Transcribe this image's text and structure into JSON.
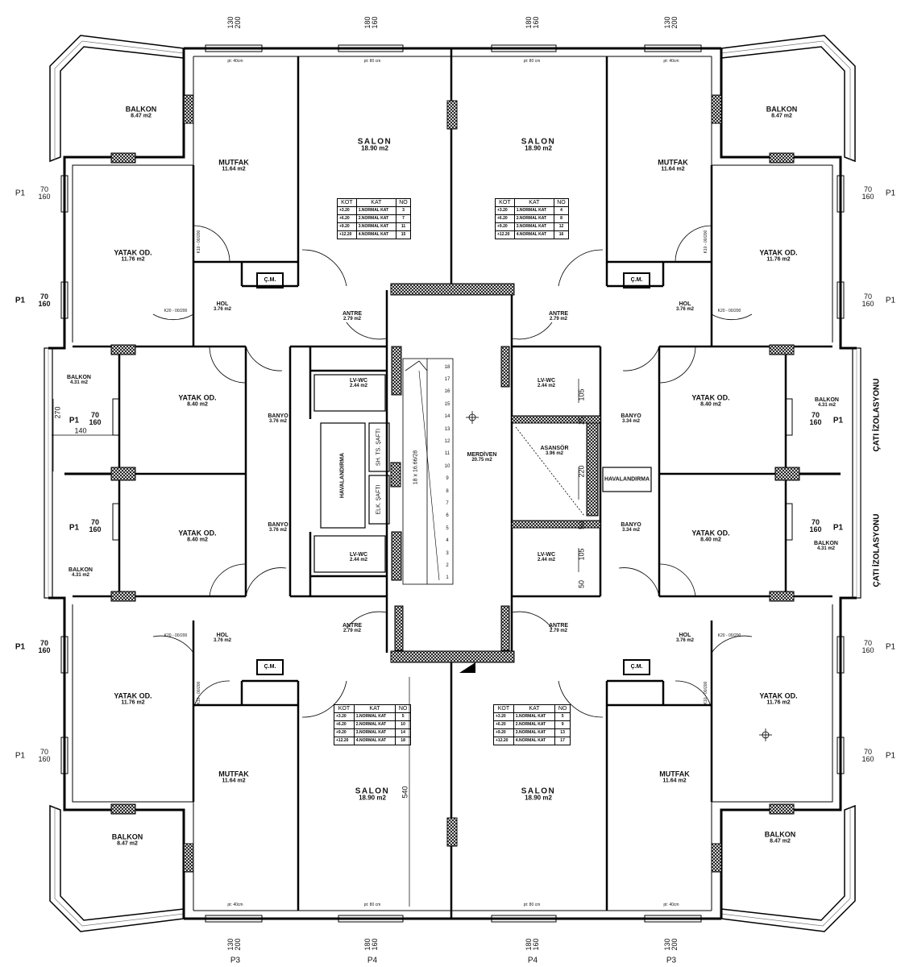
{
  "drawing": {
    "type": "architectural floor plan",
    "units": {
      "balkon_ul": {
        "name": "BALKON",
        "area": "8.47 m2"
      },
      "balkon_ur": {
        "name": "BALKON",
        "area": "8.47 m2"
      },
      "balkon_ll": {
        "name": "BALKON",
        "area": "8.47 m2"
      },
      "balkon_lr": {
        "name": "BALKON",
        "area": "8.47 m2"
      },
      "mutfak_ul": {
        "name": "MUTFAK",
        "area": "11.64 m2"
      },
      "mutfak_ur": {
        "name": "MUTFAK",
        "area": "11.64 m2"
      },
      "mutfak_ll": {
        "name": "MUTFAK",
        "area": "11.64 m2"
      },
      "mutfak_lr": {
        "name": "MUTFAK",
        "area": "11.64 m2"
      },
      "salon_ul": {
        "name": "SALON",
        "area": "18.90 m2"
      },
      "salon_ur": {
        "name": "SALON",
        "area": "18.90 m2"
      },
      "salon_ll": {
        "name": "SALON",
        "area": "18.90 m2"
      },
      "salon_lr": {
        "name": "SALON",
        "area": "18.90 m2"
      },
      "yatak1_ul": {
        "name": "YATAK OD.",
        "area": "11.76 m2"
      },
      "yatak1_ur": {
        "name": "YATAK OD.",
        "area": "11.76 m2"
      },
      "yatak1_ll": {
        "name": "YATAK OD.",
        "area": "11.76 m2"
      },
      "yatak1_lr": {
        "name": "YATAK OD.",
        "area": "11.76 m2"
      },
      "yatak2_ul": {
        "name": "YATAK OD.",
        "area": "8.40 m2"
      },
      "yatak2_ur": {
        "name": "YATAK OD.",
        "area": "8.40 m2"
      },
      "yatak2_ll": {
        "name": "YATAK OD.",
        "area": "8.40 m2"
      },
      "yatak2_lr": {
        "name": "YATAK OD.",
        "area": "8.40 m2"
      },
      "hol_ul": {
        "name": "HOL",
        "area": "3.76 m2"
      },
      "hol_ur": {
        "name": "HOL",
        "area": "3.76 m2"
      },
      "hol_ll": {
        "name": "HOL",
        "area": "3.76 m2"
      },
      "hol_lr": {
        "name": "HOL",
        "area": "3.76 m2"
      },
      "antre_ul": {
        "name": "ANTRE",
        "area": "2.79 m2"
      },
      "antre_ur": {
        "name": "ANTRE",
        "area": "2.79 m2"
      },
      "antre_ll": {
        "name": "ANTRE",
        "area": "2.79 m2"
      },
      "antre_lr": {
        "name": "ANTRE",
        "area": "2.79 m2"
      },
      "banyo_ul": {
        "name": "BANYO",
        "area": "3.76 m2"
      },
      "banyo_ll": {
        "name": "BANYO",
        "area": "3.76 m2"
      },
      "banyo_ur": {
        "name": "BANYO",
        "area": "3.34 m2"
      },
      "banyo_lr": {
        "name": "BANYO",
        "area": "3.34 m2"
      },
      "lvwc_ul": {
        "name": "LV-WC",
        "area": "2.44 m2"
      },
      "lvwc_ll": {
        "name": "LV-WC",
        "area": "2.44 m2"
      },
      "lvwc_ur": {
        "name": "LV-WC",
        "area": "2.44 m2"
      },
      "lvwc_lr": {
        "name": "LV-WC",
        "area": "2.44 m2"
      },
      "balkon_side_ul": {
        "name": "BALKON",
        "area": "4.31 m2"
      },
      "balkon_side_ll": {
        "name": "BALKON",
        "area": "4.31 m2"
      },
      "balkon_side_ur": {
        "name": "BALKON",
        "area": "4.31 m2"
      },
      "balkon_side_lr": {
        "name": "BALKON",
        "area": "4.31 m2"
      },
      "merdiven": {
        "name": "MERDİVEN",
        "area": "20.75 m2"
      },
      "asansor": {
        "name": "ASANSÖR",
        "area": "3.96 m2"
      },
      "havalandirma_l": {
        "name": "HAVALANDIRMA"
      },
      "havalandirma_r": {
        "name": "HAVALANDIRMA"
      },
      "sh_ts_safti": {
        "name": "SH. TS. ŞAFTI"
      },
      "elk_safti": {
        "name": "ELK. ŞAFTI"
      },
      "cm": {
        "name": "Ç.M."
      }
    },
    "stair": {
      "steps": [
        "1",
        "2",
        "3",
        "4",
        "5",
        "6",
        "7",
        "8",
        "9",
        "10",
        "11",
        "12",
        "13",
        "14",
        "15",
        "16",
        "17",
        "18"
      ],
      "label": "18 x 16.66/28"
    },
    "kot_tables": {
      "headers": [
        "KOT",
        "KAT",
        "NO"
      ],
      "rows_levels": [
        "+3.20",
        "+6.20",
        "+9.20",
        "+12.20"
      ],
      "rows_floors": [
        "1.NORMAL KAT",
        "2.NORMAL KAT",
        "3.NORMAL KAT",
        "4.NORMAL KAT"
      ],
      "table_ul_no": [
        "3",
        "7",
        "11",
        "15"
      ],
      "table_ur_no": [
        "4",
        "8",
        "12",
        "16"
      ],
      "table_ll_no": [
        "5",
        "10",
        "14",
        "18"
      ],
      "table_lr_no": [
        "5",
        "9",
        "13",
        "17"
      ]
    },
    "window_dims": {
      "top_outer": [
        "130",
        "200"
      ],
      "top_inner": [
        "180",
        "160"
      ],
      "bottom_outer": [
        "130",
        "200"
      ],
      "bottom_inner": [
        "180",
        "160"
      ],
      "side": [
        "70",
        "160"
      ]
    },
    "tags": {
      "p1": "P1",
      "p3": "P3",
      "p4": "P4",
      "pt40": "pt: 40cm",
      "pt80": "pt: 80 cm"
    },
    "dimensions": {
      "d270": "270",
      "d140": "140",
      "d105": "105",
      "d220": "220",
      "d50": "50",
      "d25": "25",
      "d540": "540"
    },
    "cati_izolasyonu": "ÇATI İZOLASYONU",
    "door_tag": "K20 - 00/200",
    "small_door_tag": "K10 - 00/200"
  }
}
